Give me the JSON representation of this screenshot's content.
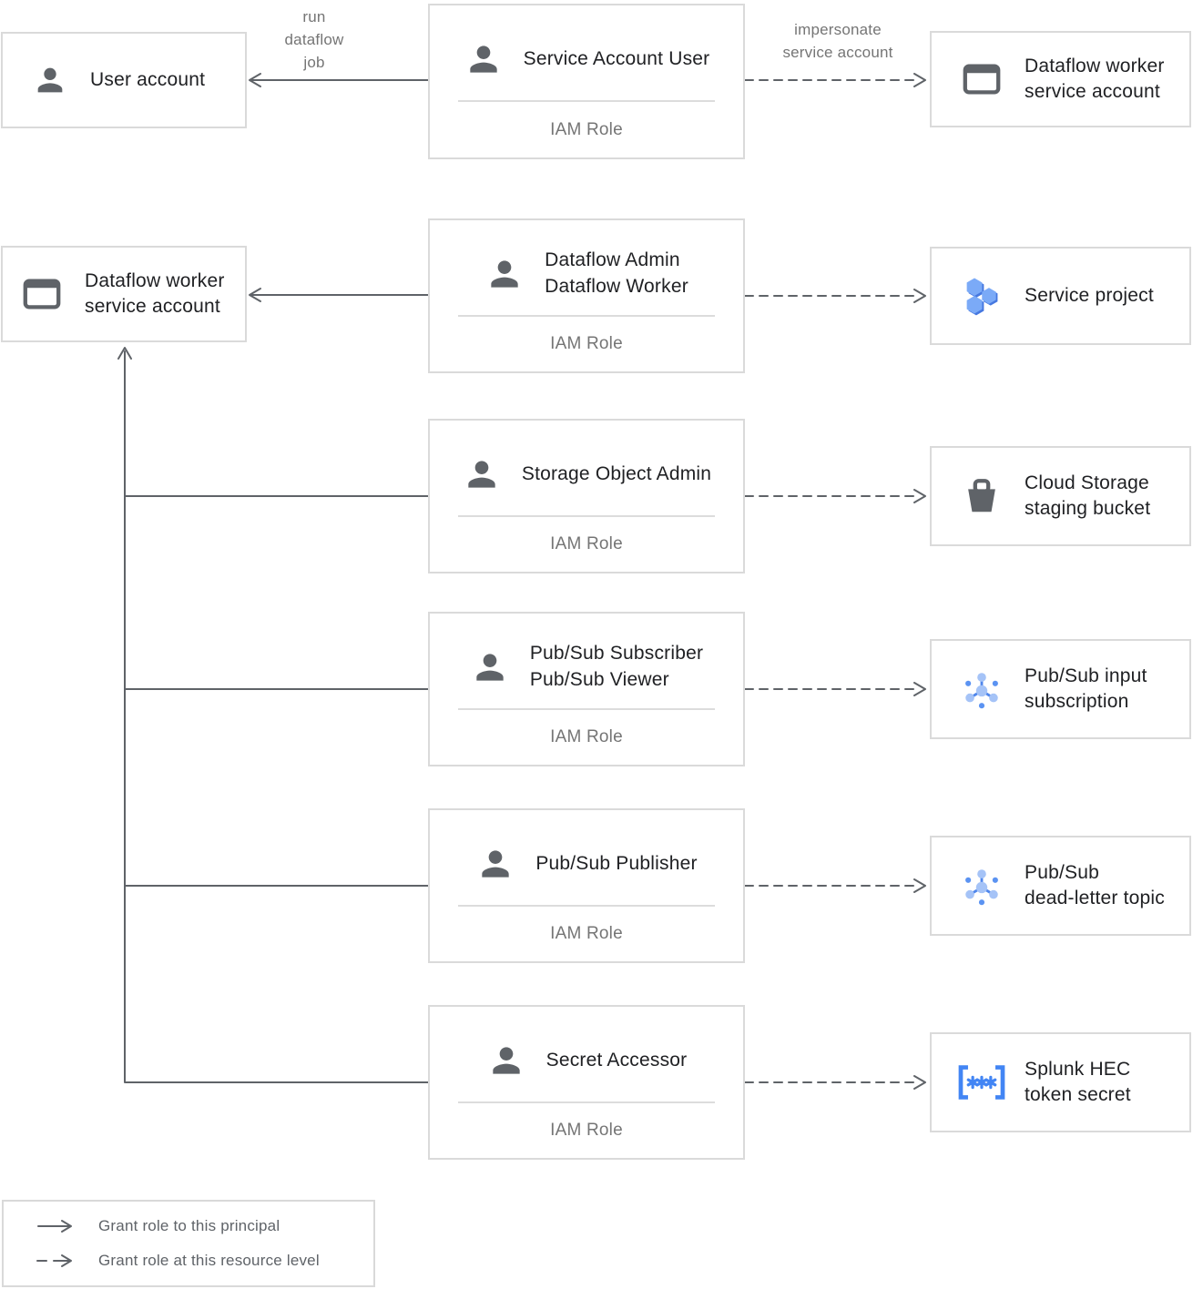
{
  "colors": {
    "box_border": "#dadada",
    "line_gray": "#5f6368",
    "title_text": "#202124",
    "muted_text": "#757575",
    "icon_gray": "#5f6368",
    "google_blue": "#4285f4",
    "pubsub_light_blue": "#a5c3f7",
    "pubsub_mid_blue": "#5b93f2",
    "hexagon_face_blue": "#7baaf7",
    "hexagon_edge_blue": "#4678e0"
  },
  "edges": {
    "run_dataflow_job": "run\ndataflow\njob",
    "impersonate": "impersonate\nservice account"
  },
  "labels": {
    "iam_role": "IAM Role"
  },
  "principals": {
    "user_account": "User account",
    "dataflow_worker_sa": "Dataflow worker\nservice account"
  },
  "cards": [
    {
      "title": "Service Account User",
      "subtitle": "IAM Role",
      "icon": "person-icon"
    },
    {
      "title": "Dataflow Admin\nDataflow Worker",
      "subtitle": "IAM Role",
      "icon": "person-icon"
    },
    {
      "title": "Storage Object Admin",
      "subtitle": "IAM Role",
      "icon": "person-icon"
    },
    {
      "title": "Pub/Sub Subscriber\nPub/Sub Viewer",
      "subtitle": "IAM Role",
      "icon": "person-icon"
    },
    {
      "title": "Pub/Sub Publisher",
      "subtitle": "IAM Role",
      "icon": "person-icon"
    },
    {
      "title": "Secret Accessor",
      "subtitle": "IAM Role",
      "icon": "person-icon"
    }
  ],
  "resources": [
    {
      "label": "Dataflow worker\nservice account",
      "icon": "service-account-card-icon"
    },
    {
      "label": "Service project",
      "icon": "project-hexagons-icon"
    },
    {
      "label": "Cloud Storage\nstaging bucket",
      "icon": "storage-bucket-icon"
    },
    {
      "label": "Pub/Sub input\nsubscription",
      "icon": "pubsub-icon"
    },
    {
      "label": "Pub/Sub\ndead-letter topic",
      "icon": "pubsub-icon"
    },
    {
      "label": "Splunk HEC\ntoken secret",
      "icon": "secret-brackets-icon"
    }
  ],
  "legend": [
    {
      "style": "solid",
      "label": "Grant role to this principal"
    },
    {
      "style": "dashed",
      "label": "Grant role at this resource level"
    }
  ]
}
